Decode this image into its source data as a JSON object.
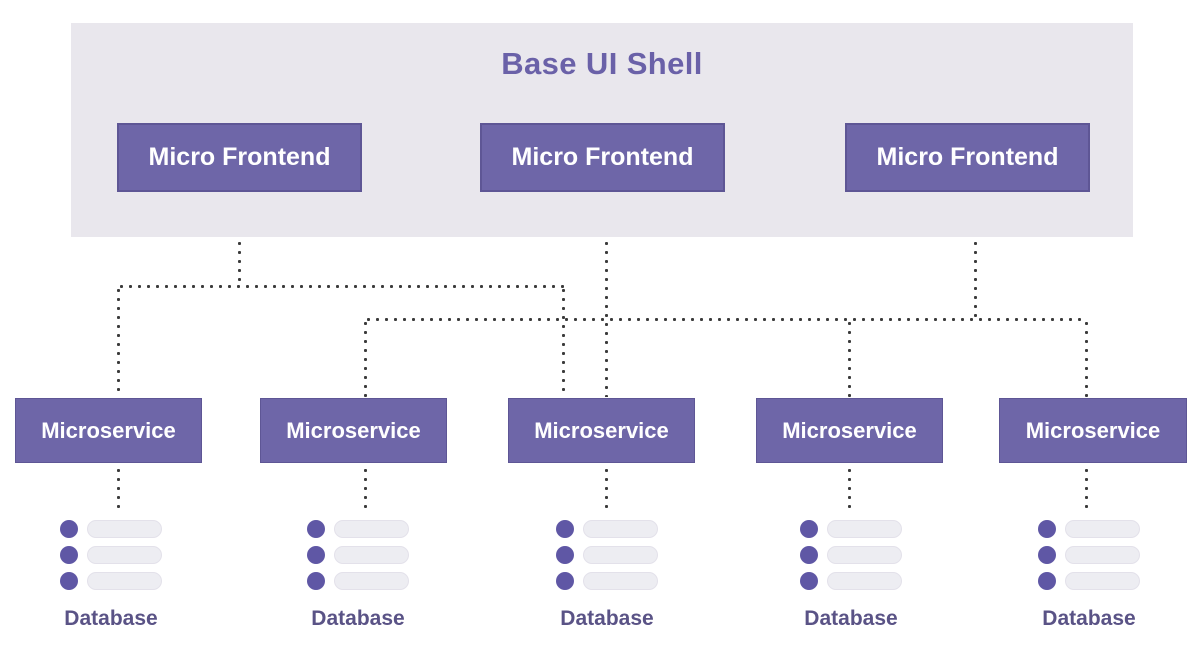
{
  "shell": {
    "title": "Base UI Shell"
  },
  "micro_frontends": [
    {
      "label": "Micro Frontend"
    },
    {
      "label": "Micro Frontend"
    },
    {
      "label": "Micro Frontend"
    }
  ],
  "microservices": [
    {
      "label": "Microservice"
    },
    {
      "label": "Microservice"
    },
    {
      "label": "Microservice"
    },
    {
      "label": "Microservice"
    },
    {
      "label": "Microservice"
    }
  ],
  "databases": [
    {
      "label": "Database"
    },
    {
      "label": "Database"
    },
    {
      "label": "Database"
    },
    {
      "label": "Database"
    },
    {
      "label": "Database"
    }
  ],
  "connections": [
    {
      "from": "micro-frontend-1",
      "to": [
        "microservice-1",
        "microservice-3"
      ]
    },
    {
      "from": "micro-frontend-2",
      "to": [
        "microservice-3"
      ]
    },
    {
      "from": "micro-frontend-3",
      "to": [
        "microservice-2",
        "microservice-4",
        "microservice-5"
      ]
    },
    {
      "from": "microservice-1",
      "to": [
        "database-1"
      ]
    },
    {
      "from": "microservice-2",
      "to": [
        "database-2"
      ]
    },
    {
      "from": "microservice-3",
      "to": [
        "database-3"
      ]
    },
    {
      "from": "microservice-4",
      "to": [
        "database-4"
      ]
    },
    {
      "from": "microservice-5",
      "to": [
        "database-5"
      ]
    }
  ],
  "colors": {
    "page_bg": "#ffffff",
    "shell_bg": "#e9e7ed",
    "title_color": "#6a61a8",
    "box_purple": "#6e66a8",
    "box_border": "#5e5695",
    "text_on_purple": "#ffffff",
    "connector": "#3b3b3b",
    "db_dot": "#5f57a5",
    "db_bar": "#ededf2",
    "db_bar_border": "#e3e1ea",
    "db_label": "#5a5386"
  }
}
